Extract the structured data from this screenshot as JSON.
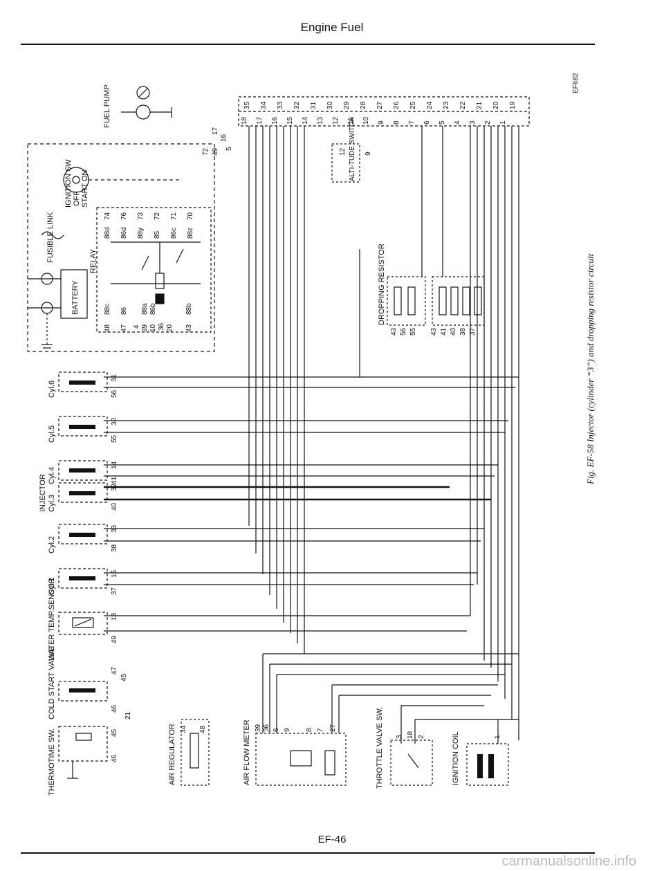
{
  "header": {
    "title": "Engine Fuel"
  },
  "footer": {
    "page": "EF-46"
  },
  "watermark": "carmanualsonline.info",
  "figure": {
    "code": "EF682",
    "caption": "Fig. EF-58 Injector (cylinder “3”) and dropping resistor circuit"
  },
  "components": {
    "fuel_pump": "FUEL PUMP",
    "ignition_sw": "IGNITION SW",
    "sw_on": "ON",
    "sw_off": "OFF",
    "sw_start": "START",
    "fusible_link": "FUSIBLE LINK",
    "battery": "BATTERY",
    "relay": "RELAY",
    "altitude_switch": "ALTI-TUDE SWITCH",
    "dropping_resistor": "DROPPING RESISTOR",
    "injector": "INJECTOR",
    "cyl6": "Cyl.6",
    "cyl5": "Cyl.5",
    "cyl4": "Cyl.4",
    "cyl3": "Cyl.3",
    "cyl2": "Cyl.2",
    "cyl1": "Cyl.1",
    "water_temp_sensor": "WATER TEMP.SENSOR",
    "cold_start_valve": "COLD START VALVE",
    "thermotime_sw": "THERMOTIME SW.",
    "air_regulator": "AIR REGULATOR",
    "air_flow_meter": "AIR FLOW METER",
    "throttle_valve_sw": "THROTTLE VALVE SW.",
    "ignition_coil": "IGNITION COIL"
  },
  "terminals": {
    "ecu_top": [
      "35",
      "34",
      "33",
      "32",
      "31",
      "30",
      "29",
      "28",
      "27",
      "26",
      "25",
      "24",
      "23",
      "22",
      "21",
      "20",
      "19"
    ],
    "ecu_bottom": [
      "18",
      "17",
      "16",
      "15",
      "14",
      "13",
      "12",
      "11",
      "10",
      "9",
      "8",
      "7",
      "6",
      "5",
      "4",
      "3",
      "2",
      "1"
    ],
    "relay_top": [
      "88d",
      "74",
      "86d",
      "76",
      "88y",
      "73",
      "85",
      "72",
      "86c",
      "71",
      "88z",
      "70"
    ],
    "relay_bottom": [
      "48",
      "88c",
      "47",
      "86",
      "4",
      "39",
      "88a",
      "10",
      "86b",
      "36",
      "20",
      "43",
      "88b"
    ],
    "resistor_left": [
      "43",
      "56",
      "55"
    ],
    "resistor_right": [
      "43",
      "41",
      "40",
      "38",
      "37"
    ],
    "altitude": [
      "12",
      "9"
    ],
    "ecu_side": [
      "72",
      "49",
      "5",
      "16",
      "17"
    ],
    "cyl6": [
      "31",
      "56"
    ],
    "cyl5": [
      "30",
      "55"
    ],
    "cyl4": [
      "14",
      "41"
    ],
    "cyl3": [
      "32",
      "40"
    ],
    "cyl2": [
      "33",
      "38"
    ],
    "cyl1": [
      "15",
      "37"
    ],
    "water_temp": [
      "13",
      "49"
    ],
    "cold_start": [
      "47",
      "45",
      "46",
      "21"
    ],
    "thermotime": [
      "45",
      "46"
    ],
    "air_regulator": [
      "34",
      "48"
    ],
    "air_flow": [
      "39",
      "36",
      "6",
      "9",
      "8",
      "7",
      "27"
    ],
    "throttle": [
      "3",
      "18",
      "2"
    ],
    "ignition_coil": [
      "1"
    ]
  }
}
